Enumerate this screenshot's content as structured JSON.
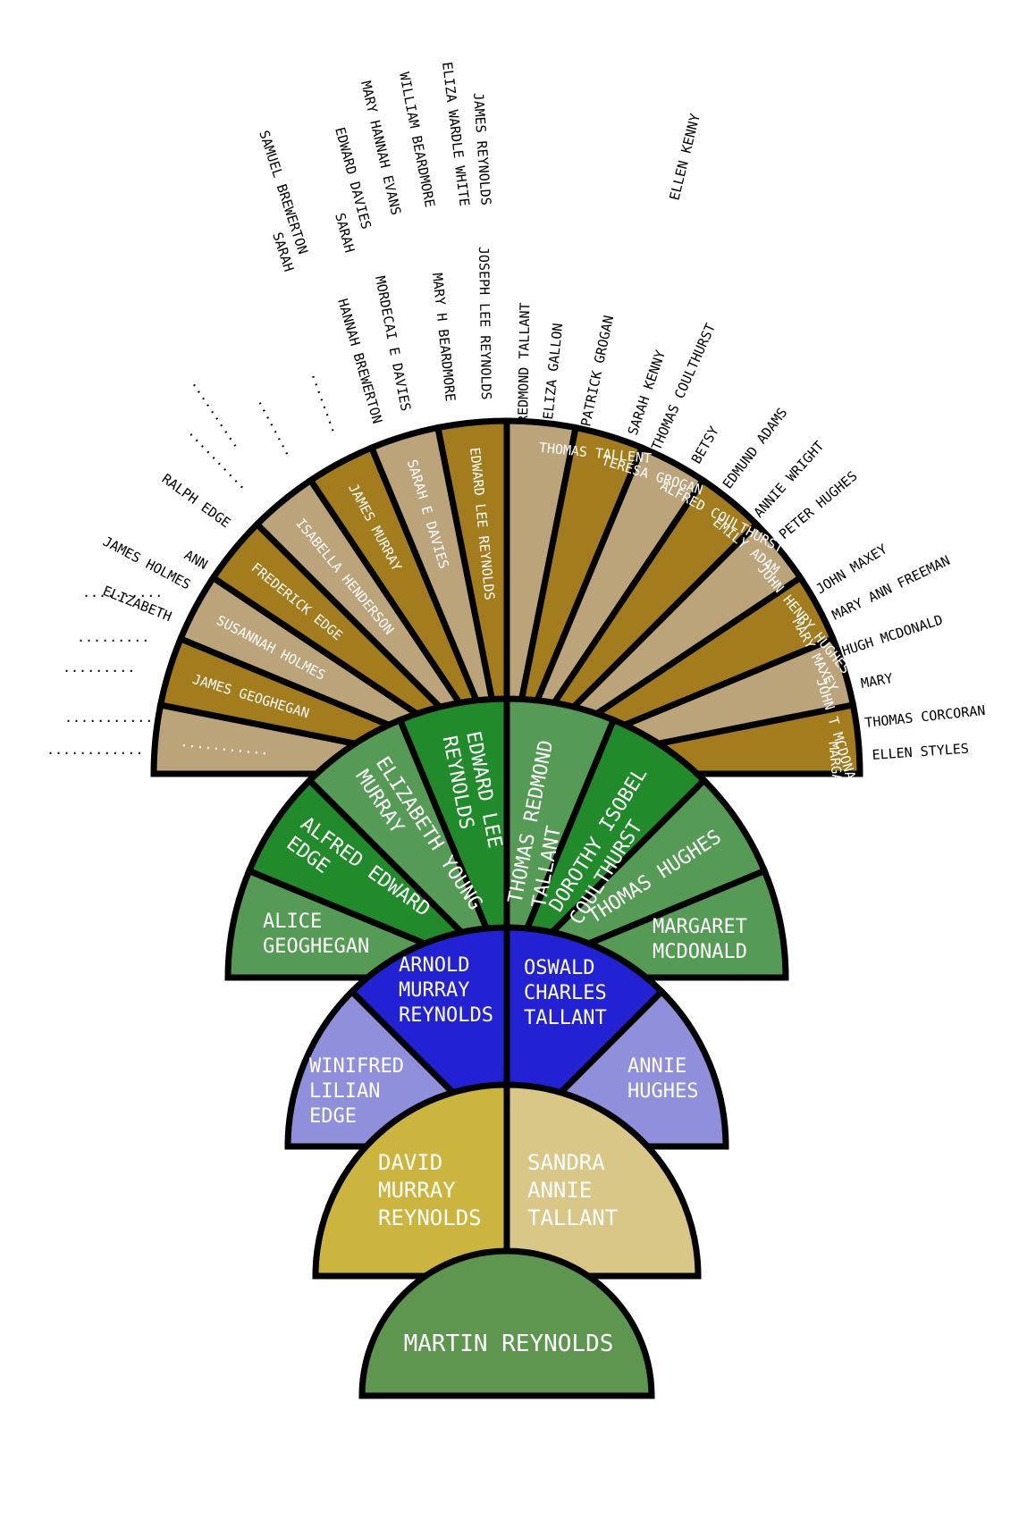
{
  "colors": {
    "root": "#5e9650",
    "parents": [
      "#cbb53f",
      "#d8c787"
    ],
    "grandparents_inner": "#2222d4",
    "grandparents_outer": "#8f8fdc",
    "great_dark": "#218a2b",
    "great_light": "#559a55",
    "gg_dark": "#a37c1d",
    "gg_light": "#bba37a",
    "outline": "#000000"
  },
  "root": {
    "name": "MARTIN REYNOLDS"
  },
  "parents": [
    {
      "lines": [
        "DAVID",
        "MURRAY",
        "REYNOLDS"
      ]
    },
    {
      "lines": [
        "SANDRA",
        "ANNIE",
        "TALLANT"
      ]
    }
  ],
  "grandparents": [
    {
      "lines": [
        "WINIFRED",
        "LILIAN",
        "EDGE"
      ]
    },
    {
      "lines": [
        "ARNOLD",
        "MURRAY",
        "REYNOLDS"
      ]
    },
    {
      "lines": [
        "OSWALD",
        "CHARLES",
        "TALLANT"
      ]
    },
    {
      "lines": [
        "ANNIE",
        "HUGHES"
      ]
    }
  ],
  "great_grandparents": [
    {
      "lines": [
        "ALICE",
        "GEOGHEGAN"
      ]
    },
    {
      "lines": [
        "ALFRED EDWARD",
        "EDGE"
      ]
    },
    {
      "lines": [
        "ELIZABETH YOUNG",
        "MURRAY"
      ]
    },
    {
      "lines": [
        "EDWARD LEE",
        "REYNOLDS"
      ]
    },
    {
      "lines": [
        "THOMAS REDMOND",
        "TALLANT"
      ]
    },
    {
      "lines": [
        "DOROTHY ISOBEL",
        "COULTHURST"
      ]
    },
    {
      "lines": [
        "THOMAS HUGHES"
      ]
    },
    {
      "lines": [
        "MARGARET",
        "MCDONALD"
      ]
    }
  ],
  "gg_grandparents": [
    "...........",
    "JAMES GEOGHEGAN",
    "SUSANNAH HOLMES",
    "FREDERICK EDGE",
    "ISABELLA HENDERSON",
    "JAMES MURRAY",
    "SARAH E DAVIES",
    "EDWARD LEE REYNOLDS",
    "THOMAS TALLENT",
    "TERESA GROGAN",
    "ALFRED COULTHURST",
    "EMILY ADAM",
    "JOHN HENRY HUGHES",
    "MARY MAXEY",
    "JOHN T MCDONALD",
    "MARGARET CORCORAN"
  ],
  "ggg_ring": [
    {
      "label": "............"
    },
    {
      "label": "............"
    },
    {
      "label": "........."
    },
    {
      "label": "........."
    },
    {
      "label": "..........",
      "angle": 37
    },
    {
      "label": "ELIZABETH",
      "angle": 21
    },
    {
      "label": "JAMES HOLMES",
      "angle": 28
    },
    {
      "label": "ANN",
      "angle": 32
    },
    {
      "label": "RALPH EDGE",
      "angle": 36
    },
    {
      "label": ".........."
    },
    {
      "label": ".........."
    },
    {
      "label": "........"
    },
    {
      "label": "........"
    },
    {
      "label": "HANNAH BREWERTON"
    },
    {
      "label": "MORDECAI E DAVIES"
    },
    {
      "label": "MARY H BEARDMORE"
    },
    {
      "label": "JOSEPH LEE REYNOLDS"
    },
    {
      "label": "REDMOND TALLANT"
    },
    {
      "label": "ELIZA GALLON"
    },
    {
      "label": "PATRICK GROGAN"
    },
    {
      "label": "SARAH KENNY"
    },
    {
      "label": "THOMAS COULTHURST"
    },
    {
      "label": "BETSY"
    },
    {
      "label": "EDMUND ADAMS"
    },
    {
      "label": "ANNIE WRIGHT"
    },
    {
      "label": "PETER HUGHES"
    },
    {
      "label": "JOHN MAXEY"
    },
    {
      "label": "MARY ANN FREEMAN"
    },
    {
      "label": "HUGH MCDONALD"
    },
    {
      "label": "MARY"
    },
    {
      "label": "THOMAS CORCORAN"
    },
    {
      "label": "ELLEN STYLES"
    }
  ],
  "gggg_ring": [
    "SARAH",
    "SAMUEL BREWERTON",
    "SARAH",
    "EDWARD DAVIES",
    "MARY HANNAH EVANS",
    "WILLIAM BEARDMORE",
    "ELIZA WARDLE WHITE",
    "JAMES REYNOLDS",
    "ELLEN KENNY"
  ]
}
